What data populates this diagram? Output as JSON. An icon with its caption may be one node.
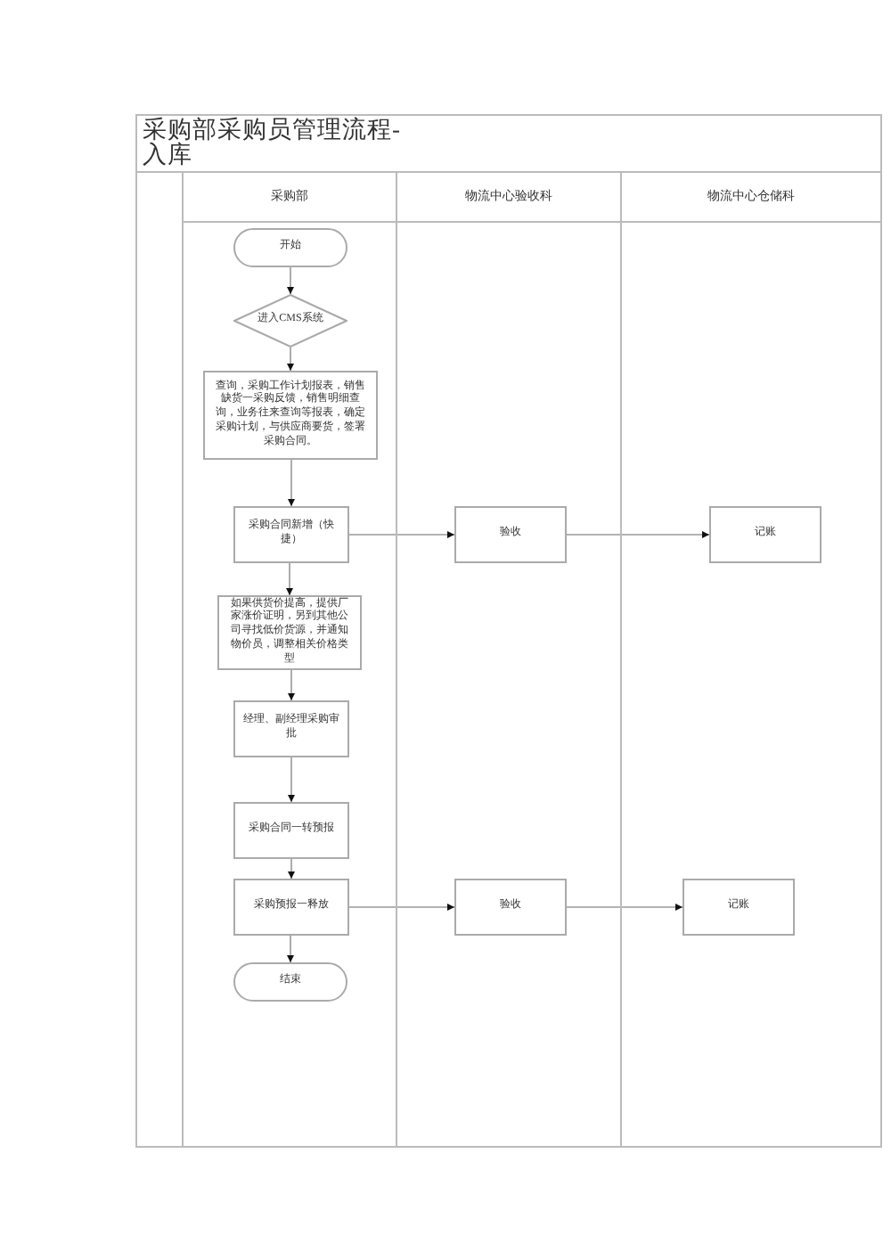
{
  "diagram": {
    "title": "采购部采购员管理流程-入库",
    "nodes": [
      {
        "text": [
          "采购部"
        ]
      },
      {
        "text": [
          "物流中心验收科"
        ]
      },
      {
        "text": [
          "物流中心仓储科"
        ]
      },
      {
        "text": [
          "开始"
        ],
        "in": 0
      },
      {
        "text": [
          "进入CMS系统"
        ],
        "in": 0
      },
      {
        "text": [
          "查询，采购工作计划报表，销售缺货一采购反馈，销售明细查询，业务往来查询等报表，确定采购计划，与供应商要货，签署采购合同。"
        ],
        "in": 0
      },
      {
        "text": [
          "采购合同新增（快捷）"
        ],
        "in": 0
      },
      {
        "text": [
          "如果供货价提高，提供厂家涨价证明，另到其他公司寻找低价货源，并通知物价员，调整相关价格类型"
        ],
        "in": 0
      },
      {
        "text": [
          "经理、副经理采购审批"
        ],
        "in": 0
      },
      {
        "text": [
          "采购合同一转预报"
        ],
        "in": 0
      },
      {
        "text": [
          "采购预报一释放"
        ],
        "in": 0
      },
      {
        "text": [
          "结束"
        ],
        "in": 0
      },
      {
        "text": [
          "验收"
        ],
        "in": 1
      },
      {
        "text": [
          "记账"
        ],
        "in": 2
      },
      {
        "text": [
          "验收"
        ],
        "in": 1
      },
      {
        "text": [
          "记账"
        ],
        "in": 2
      }
    ],
    "edges": [
      {
        "from": 3,
        "to": 4,
        "arrow": "to"
      },
      {
        "from": 4,
        "to": 5,
        "arrow": "to"
      },
      {
        "from": 5,
        "to": 6,
        "arrow": "to"
      },
      {
        "from": 6,
        "to": 7,
        "arrow": "to"
      },
      {
        "from": 7,
        "to": 8,
        "arrow": "to"
      },
      {
        "from": 8,
        "to": 9,
        "arrow": "to"
      },
      {
        "from": 9,
        "to": 10,
        "arrow": "to"
      },
      {
        "from": 10,
        "to": 11,
        "arrow": "to"
      },
      {
        "from": 6,
        "to": 12,
        "arrow": "to"
      },
      {
        "from": 12,
        "to": 13,
        "arrow": "to"
      },
      {
        "from": 10,
        "to": 14,
        "arrow": "to"
      },
      {
        "from": 14,
        "to": 15,
        "arrow": "to"
      }
    ]
  }
}
